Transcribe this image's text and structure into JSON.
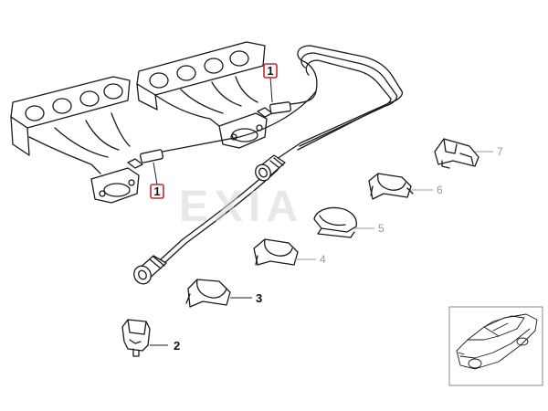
{
  "watermark": "EXIA",
  "callouts": [
    {
      "id": "callout-1-upper",
      "label": "1",
      "highlighted": true
    },
    {
      "id": "callout-1-lower",
      "label": "1",
      "highlighted": true
    },
    {
      "id": "callout-2",
      "label": "2",
      "highlighted": false
    },
    {
      "id": "callout-3",
      "label": "3",
      "highlighted": false
    },
    {
      "id": "callout-4",
      "label": "4",
      "highlighted": false
    },
    {
      "id": "callout-5",
      "label": "5",
      "highlighted": false
    },
    {
      "id": "callout-6",
      "label": "6",
      "highlighted": false
    },
    {
      "id": "callout-7",
      "label": "7",
      "highlighted": false
    }
  ],
  "colors": {
    "highlight": "#c0282d",
    "line": "#1a1a1a",
    "muted": "#999999",
    "watermark": "#d6d6d6"
  }
}
